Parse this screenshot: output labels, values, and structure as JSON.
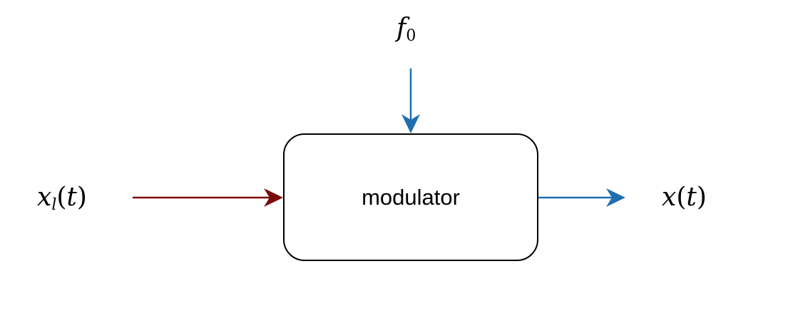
{
  "diagram": {
    "block": {
      "label": "modulator"
    },
    "input_signal": {
      "var": "x",
      "sub": "l",
      "arg": "t",
      "color": "#7a0a0a"
    },
    "carrier_frequency": {
      "var": "f",
      "sub": "0",
      "color": "#1f6fb0"
    },
    "output_signal": {
      "var": "x",
      "arg": "t",
      "color": "#1f6fb0"
    }
  }
}
